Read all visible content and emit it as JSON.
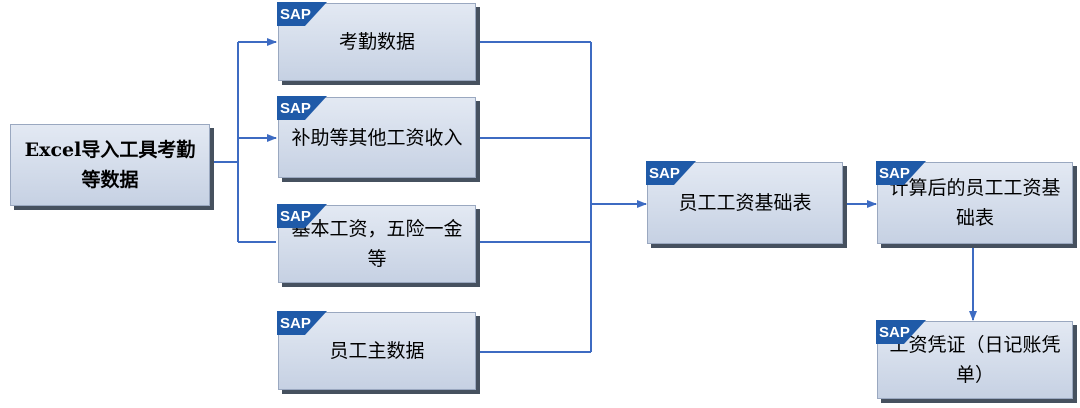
{
  "nodes": {
    "excel_import": "Excel导入工具考勤等数据",
    "attendance": "考勤数据",
    "allowance": "补助等其他工资收入",
    "base_salary": "基本工资，五险一金等",
    "master_data": "员工主数据",
    "salary_base_table": "员工工资基础表",
    "calculated_table": "计算后的员工工资基础表",
    "salary_voucher": "工资凭证（日记账凭单）"
  },
  "logo": {
    "text": "SAP",
    "color": "#1f5aa8"
  },
  "colors": {
    "connector": "#3d6bc2",
    "box_border": "#9aa8c0",
    "shadow": "#46515f"
  }
}
